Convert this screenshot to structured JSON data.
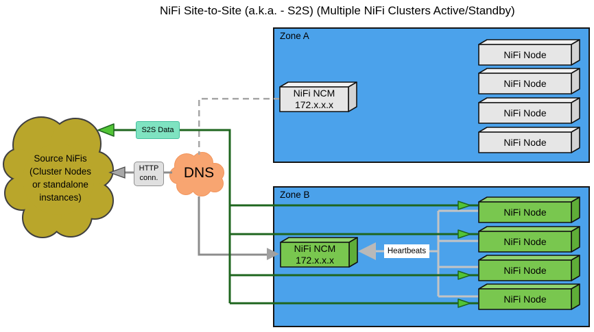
{
  "title": "NiFi Site-to-Site (a.k.a. - S2S) (Multiple NiFi Clusters Active/Standby)",
  "source_cloud": {
    "text": "Source NiFis\n(Cluster Nodes\nor standalone\ninstances)"
  },
  "dns_cloud": {
    "text": "DNS"
  },
  "connections": {
    "s2s_data_label": "S2S Data",
    "http_conn_label": "HTTP\nconn.",
    "heartbeats_label": "Heartbeats"
  },
  "zone_a": {
    "label": "Zone A",
    "ncm_text": "NiFi NCM\n172.x.x.x",
    "nodes": [
      "NiFi Node",
      "NiFi Node",
      "NiFi Node",
      "NiFi Node"
    ]
  },
  "zone_b": {
    "label": "Zone B",
    "ncm_text": "NiFi NCM\n172.x.x.x",
    "nodes": [
      "NiFi Node",
      "NiFi Node",
      "NiFi Node",
      "NiFi Node"
    ]
  },
  "colors": {
    "zone_fill": "#4BA2EB",
    "node_gray": "#E6E6E6",
    "node_green": "#79C74F",
    "line_green": "#1E651E",
    "line_gray": "#8C8C8C",
    "line_lightgray": "#C4C4C4",
    "dashed_gray": "#A6A6A6",
    "cloud_olive": "#B9A62B",
    "cloud_orange": "#F8A571",
    "s2s_label_bg": "#7FE3C1"
  }
}
